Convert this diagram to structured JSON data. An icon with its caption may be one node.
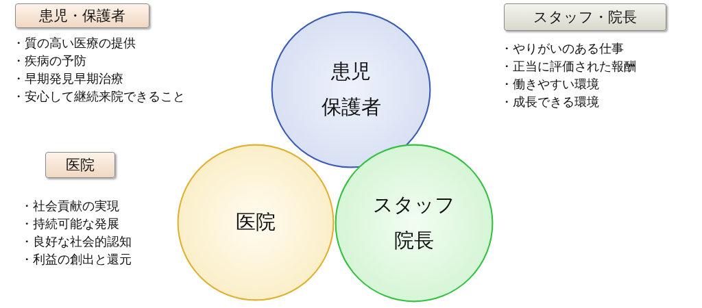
{
  "diagram": {
    "nodes": [
      {
        "text": [
          "患児・保護者"
        ],
        "beside": [
          "・質の高い医療の提供",
          "・疾病の予防",
          "・早期発見早期治療",
          "・安心して継続来院できること"
        ]
      },
      {
        "text": [
          "スタッフ・院長"
        ],
        "beside": [
          "・やりがいのある仕事",
          "・正当に評価された報酬",
          "・働きやすい環境",
          "・成長できる環境"
        ]
      },
      {
        "text": [
          "患児",
          "保護者"
        ]
      },
      {
        "text": [
          "医院"
        ],
        "beside": [
          "・社会貢献の実現",
          "・持続可能な発展",
          "・良好な社会的認知",
          "・利益の創出と還元"
        ]
      },
      {
        "text": [
          "医院"
        ]
      },
      {
        "text": [
          "スタッフ",
          "院長"
        ]
      }
    ]
  }
}
